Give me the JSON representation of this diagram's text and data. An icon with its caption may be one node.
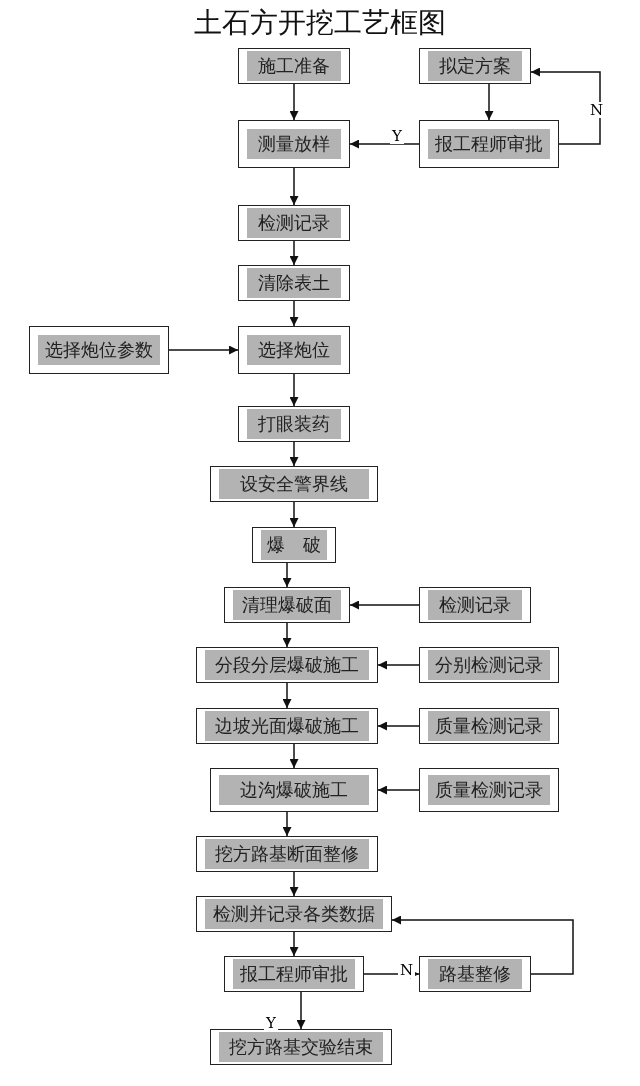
{
  "diagram": {
    "title": "土石方开挖工艺框图",
    "nodes": [
      {
        "text": [
          "施工准备"
        ]
      },
      {
        "text": [
          "拟定方案"
        ]
      },
      {
        "text": [
          "测量放样"
        ]
      },
      {
        "text": [
          "报工程师审批"
        ]
      },
      {
        "text": [
          "检测记录"
        ]
      },
      {
        "text": [
          "清除表土"
        ]
      },
      {
        "text": [
          "选择炮位参数"
        ]
      },
      {
        "text": [
          "选择炮位"
        ]
      },
      {
        "text": [
          "打眼装药"
        ]
      },
      {
        "text": [
          "设安全警界线"
        ]
      },
      {
        "text": [
          "爆　破"
        ]
      },
      {
        "text": [
          "清理爆破面"
        ]
      },
      {
        "text": [
          "检测记录"
        ]
      },
      {
        "text": [
          "分段分层爆破施工"
        ]
      },
      {
        "text": [
          "分别检测记录"
        ]
      },
      {
        "text": [
          "边坡光面爆破施工"
        ]
      },
      {
        "text": [
          "质量检测记录"
        ]
      },
      {
        "text": [
          "边沟爆破施工"
        ]
      },
      {
        "text": [
          "质量检测记录"
        ]
      },
      {
        "text": [
          "挖方路基断面整修"
        ]
      },
      {
        "text": [
          "检测并记录各类数据"
        ]
      },
      {
        "text": [
          "报工程师审批"
        ]
      },
      {
        "text": [
          "路基整修"
        ]
      },
      {
        "text": [
          "挖方路基交验结束"
        ]
      }
    ],
    "edges": [
      {
        "from": 0,
        "to": 2,
        "arrow": "to"
      },
      {
        "from": 1,
        "to": 3,
        "arrow": "to"
      },
      {
        "from": 3,
        "to": 2,
        "arrow": "to",
        "label": "Y"
      },
      {
        "from": 3,
        "to": 1,
        "arrow": "to",
        "label": "N"
      },
      {
        "from": 2,
        "to": 4,
        "arrow": "to"
      },
      {
        "from": 4,
        "to": 5,
        "arrow": "to"
      },
      {
        "from": 5,
        "to": 7,
        "arrow": "to"
      },
      {
        "from": 6,
        "to": 7,
        "arrow": "to"
      },
      {
        "from": 7,
        "to": 8,
        "arrow": "to"
      },
      {
        "from": 8,
        "to": 9,
        "arrow": "to"
      },
      {
        "from": 9,
        "to": 10,
        "arrow": "to"
      },
      {
        "from": 10,
        "to": 11,
        "arrow": "to"
      },
      {
        "from": 12,
        "to": 11,
        "arrow": "to"
      },
      {
        "from": 11,
        "to": 13,
        "arrow": "to"
      },
      {
        "from": 14,
        "to": 13,
        "arrow": "to"
      },
      {
        "from": 13,
        "to": 15,
        "arrow": "to"
      },
      {
        "from": 16,
        "to": 15,
        "arrow": "to"
      },
      {
        "from": 15,
        "to": 17,
        "arrow": "to"
      },
      {
        "from": 18,
        "to": 17,
        "arrow": "to"
      },
      {
        "from": 17,
        "to": 19,
        "arrow": "to"
      },
      {
        "from": 19,
        "to": 20,
        "arrow": "to"
      },
      {
        "from": 20,
        "to": 21,
        "arrow": "to"
      },
      {
        "from": 21,
        "to": 22,
        "arrow": "to",
        "label": "N"
      },
      {
        "from": 22,
        "to": 20,
        "arrow": "to"
      },
      {
        "from": 21,
        "to": 23,
        "arrow": "to",
        "label": "Y"
      }
    ]
  }
}
